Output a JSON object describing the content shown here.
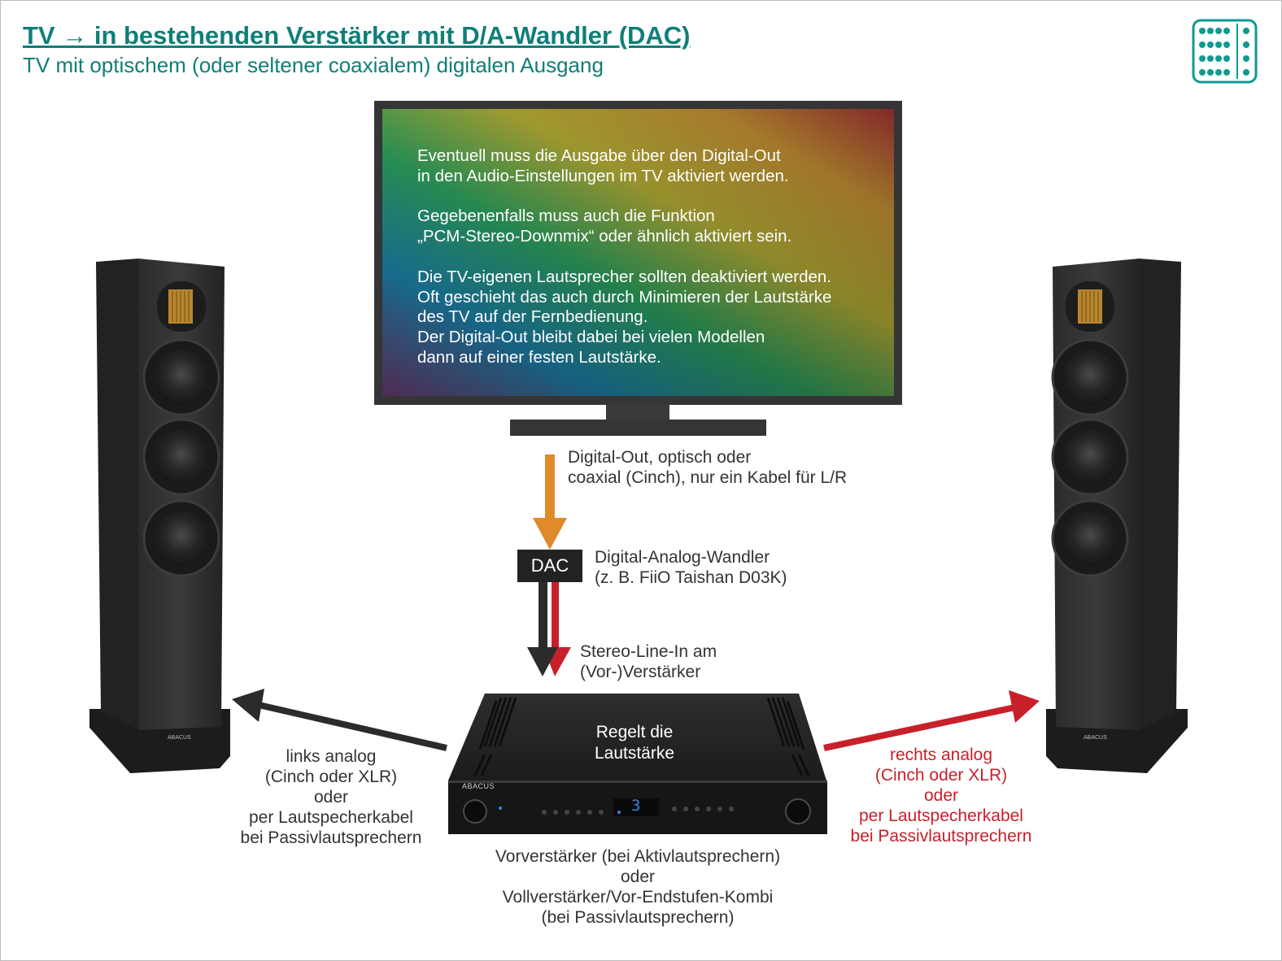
{
  "header": {
    "title": "TV → in bestehenden Verstärker mit D/A-Wandler (DAC)",
    "subtitle": "TV mit optischem (oder seltener coaxialem) digitalen Ausgang"
  },
  "tv_screen": {
    "paragraph_1": "Eventuell muss die Ausgabe über den Digital-Out\nin den Audio-Einstellungen im TV aktiviert werden.",
    "paragraph_2": "Gegebenenfalls muss auch die Funktion\n„PCM-Stereo-Downmix“ oder ähnlich aktiviert sein.",
    "paragraph_3": "Die TV-eigenen Lautsprecher sollten deaktiviert werden.\nOft geschieht das auch durch Minimieren der Lautstärke\ndes TV auf der Fernbedienung.\nDer Digital-Out bleibt dabei bei vielen Modellen\ndann auf einer festen Lautstärke."
  },
  "digital_out_label": "Digital-Out, optisch oder\ncoaxial (Cinch), nur ein Kabel für L/R",
  "dac": {
    "box_label": "DAC",
    "description": "Digital-Analog-Wandler\n(z. B. FiiO Taishan D03K)"
  },
  "stereo_line_in_label": "Stereo-Line-In am\n(Vor-)Verstärker",
  "amplifier": {
    "top_text": "Regelt die\nLautstärke",
    "brand": "ABACUS",
    "display_value": "3",
    "caption": "Vorverstärker (bei Aktivlautsprechern)\noder\nVollverstärker/Vor-Endstufen-Kombi\n(bei Passivlautsprechern)"
  },
  "left_output_label": "links analog\n(Cinch oder XLR)\noder\nper Lautspecherkabel\nbei Passivlautsprechern",
  "right_output_label": "rechts analog\n(Cinch oder XLR)\noder\nper Lautspecherkabel\nbei Passivlautsprechern",
  "speakers": {
    "left_brand": "ABACUS",
    "right_brand": "ABACUS"
  },
  "colors": {
    "brand_teal": "#0f7f78",
    "digital_orange": "#e08a2c",
    "left_channel": "#2b2b2b",
    "right_channel": "#c8202a"
  },
  "icons": {
    "logo": "dot-grid-logo-icon"
  }
}
